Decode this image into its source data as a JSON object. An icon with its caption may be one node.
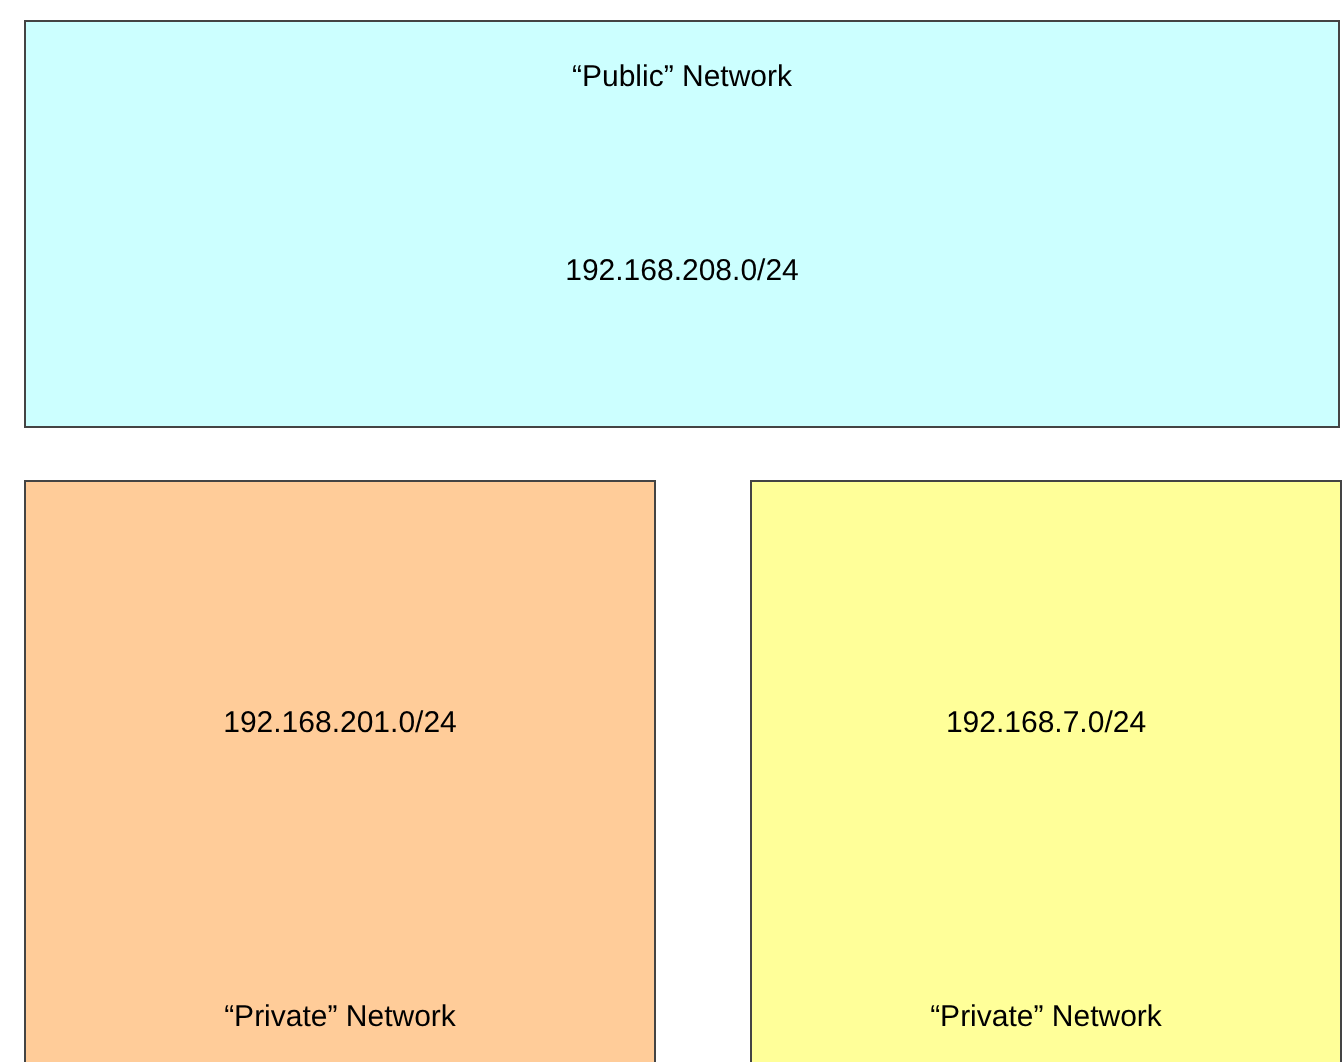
{
  "diagram": {
    "nodes": [
      {
        "text": [
          "“Public” Network",
          "192.168.208.0/24"
        ]
      },
      {
        "text": [
          "192.168.201.0/24",
          "“Private” Network"
        ]
      },
      {
        "text": [
          "192.168.7.0/24",
          "“Private” Network"
        ]
      }
    ]
  }
}
